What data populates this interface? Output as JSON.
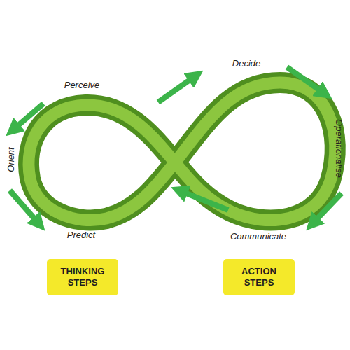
{
  "diagram": {
    "nodes": [
      {
        "text": [
          "THINKING STEPS"
        ]
      },
      {
        "text": [
          "ACTION STEPS"
        ]
      }
    ],
    "edges": [],
    "labels": [
      "Perceive",
      "Orient",
      "Predict",
      "Decide",
      "Operationalise",
      "Communicate"
    ]
  }
}
